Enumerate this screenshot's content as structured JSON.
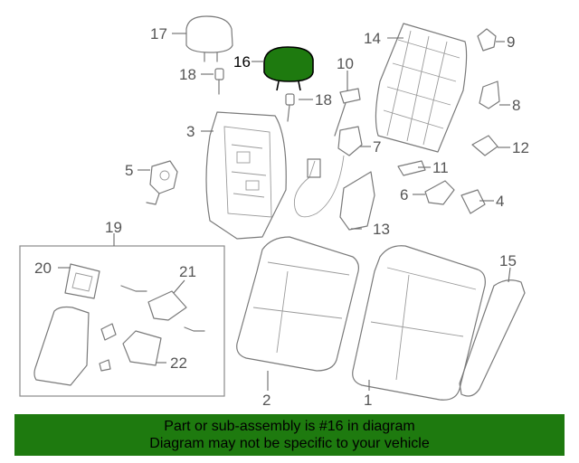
{
  "diagram": {
    "highlight_color": "#1e7a0f",
    "highlighted_part": "16",
    "callouts": [
      "1",
      "2",
      "3",
      "4",
      "5",
      "6",
      "7",
      "8",
      "9",
      "10",
      "11",
      "12",
      "13",
      "14",
      "15",
      "16",
      "17",
      "18",
      "18",
      "19",
      "20",
      "21",
      "22"
    ]
  },
  "banner": {
    "line1": "Part or sub-assembly is #16 in diagram",
    "line2": "Diagram may not be specific to your vehicle"
  }
}
